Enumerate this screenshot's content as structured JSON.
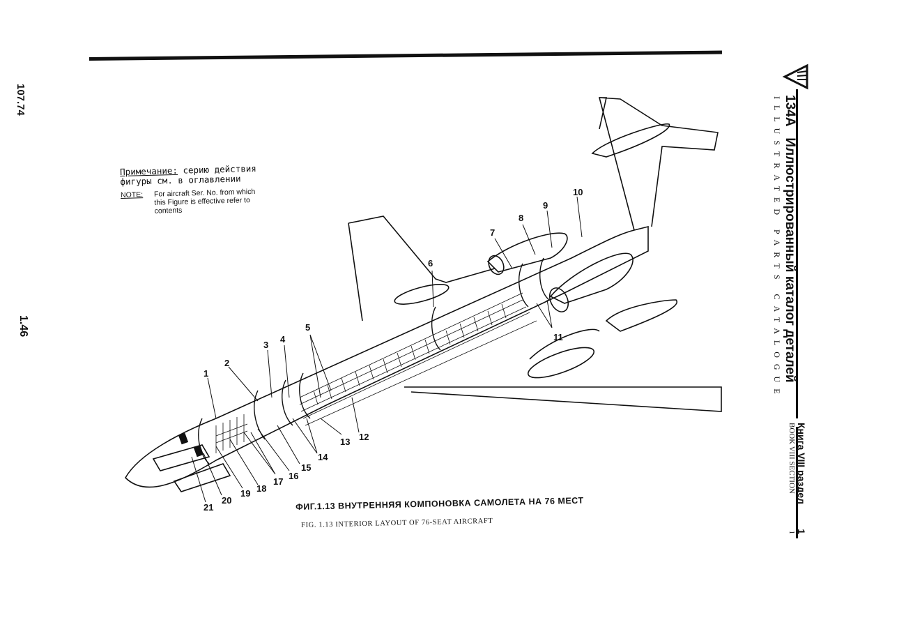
{
  "page": {
    "date": "107.74",
    "page_number": "1.46"
  },
  "header": {
    "model": "134A",
    "title_ru": "Иллюстрированный каталог деталей",
    "title_en": "ILLUSTRATED PARTS CATALOGUE",
    "book_ru": "Книга VIII раздел",
    "book_ru_num": "1",
    "book_en": "BOOK VIII SECTION",
    "book_en_num": "1"
  },
  "note": {
    "ru_label": "Примечание:",
    "ru_text_line1": "серию действия",
    "ru_text_line2": "фигуры см. в оглавлении",
    "en_label": "NOTE:",
    "en_text": "For aircraft Ser. No. from which this Figure is effective refer to contents"
  },
  "figure": {
    "caption_ru": "ФИГ.1.13 ВНУТРЕННЯЯ КОМПОНОВКА САМОЛЕТА НА 76 МЕСТ",
    "caption_en": "FIG. 1.13 INTERIOR LAYOUT OF 76-SEAT AIRCRAFT",
    "callouts": [
      "1",
      "2",
      "3",
      "4",
      "5",
      "6",
      "7",
      "8",
      "9",
      "10",
      "11",
      "12",
      "13",
      "14",
      "15",
      "16",
      "17",
      "18",
      "19",
      "20",
      "21"
    ]
  }
}
